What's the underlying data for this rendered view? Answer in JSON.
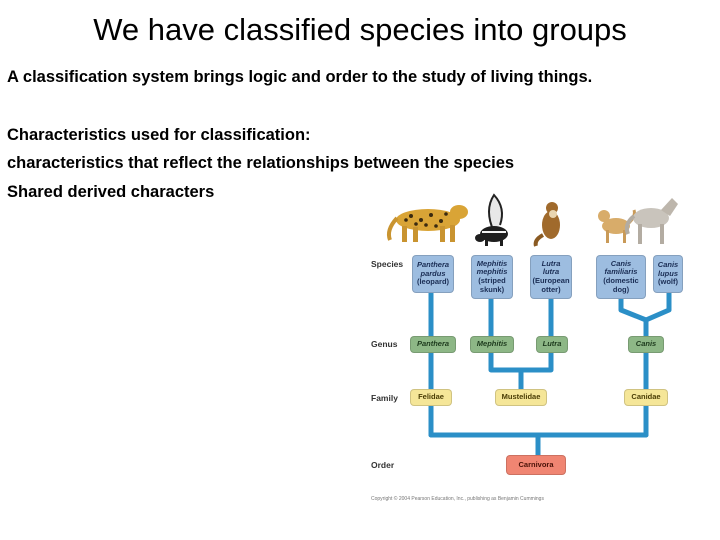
{
  "title": "We have classified species into groups",
  "body_lines": [
    "A classification system brings logic and order to the study of living things.",
    "Characteristics used for classification:",
    "characteristics that reflect the relationships between the species",
    "Shared derived characters"
  ],
  "figure": {
    "ranks": {
      "species": "Species",
      "genus": "Genus",
      "family": "Family",
      "order": "Order"
    },
    "species": [
      {
        "latin": "Panthera pardus",
        "common": "(leopard)",
        "latin1": "Panthera",
        "latin2": "pardus"
      },
      {
        "latin": "Mephitis mephitis",
        "common": "(striped skunk)",
        "latin1": "Mephitis",
        "latin2": "mephitis",
        "common1": "(striped",
        "common2": "skunk)"
      },
      {
        "latin": "Lutra lutra",
        "common": "(European otter)",
        "latin1": "Lutra",
        "latin2": "lutra",
        "common1": "(European",
        "common2": "otter)"
      },
      {
        "latin": "Canis familiaris",
        "common": "(domestic dog)",
        "latin1": "Canis",
        "latin2": "familiaris",
        "common1": "(domestic",
        "common2": "dog)"
      },
      {
        "latin": "Canis lupus",
        "common": "(wolf)",
        "latin1": "Canis",
        "latin2": "lupus"
      }
    ],
    "genera": [
      "Panthera",
      "Mephitis",
      "Lutra",
      "Canis"
    ],
    "families": [
      "Felidae",
      "Mustelidae",
      "Canidae"
    ],
    "order": "Carnivora",
    "copyright": "Copyright © 2004 Pearson Education, Inc., publishing as Benjamin Cummings",
    "colors": {
      "branch": "#2b8fc7",
      "species": "#9dbde0",
      "genus": "#8db786",
      "family": "#f5e698",
      "order": "#f08572"
    },
    "animal_icons": [
      "leopard-icon",
      "skunk-icon",
      "otter-icon",
      "dog-icon",
      "wolf-icon"
    ]
  }
}
